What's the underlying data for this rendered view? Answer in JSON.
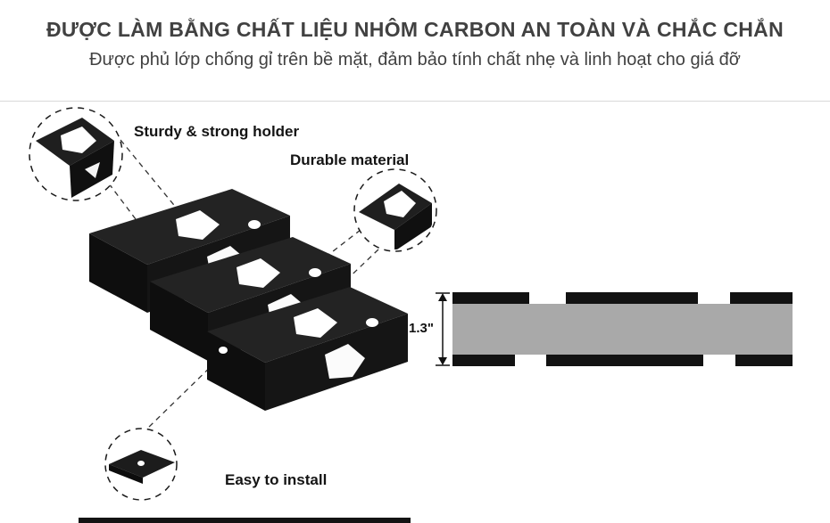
{
  "header": {
    "title": "ĐƯỢC LÀM BẰNG CHẤT LIỆU NHÔM CARBON AN TOÀN VÀ CHẮC CHẮN",
    "subtitle": "Được phủ lớp chống gỉ trên bề mặt, đảm bảo tính chất nhẹ và linh hoạt cho giá đỡ"
  },
  "callouts": [
    {
      "id": "sturdy",
      "label": "Sturdy & strong holder"
    },
    {
      "id": "durable",
      "label": "Durable material"
    },
    {
      "id": "install",
      "label": "Easy to install"
    }
  ],
  "dimension": {
    "thickness_label": "1.3\""
  },
  "colors": {
    "background": "#ffffff",
    "text_primary": "#414141",
    "label_text": "#141414",
    "product_black": "#161616",
    "diagram_gray": "#a9a9a9",
    "divider": "#d8d8d8"
  }
}
